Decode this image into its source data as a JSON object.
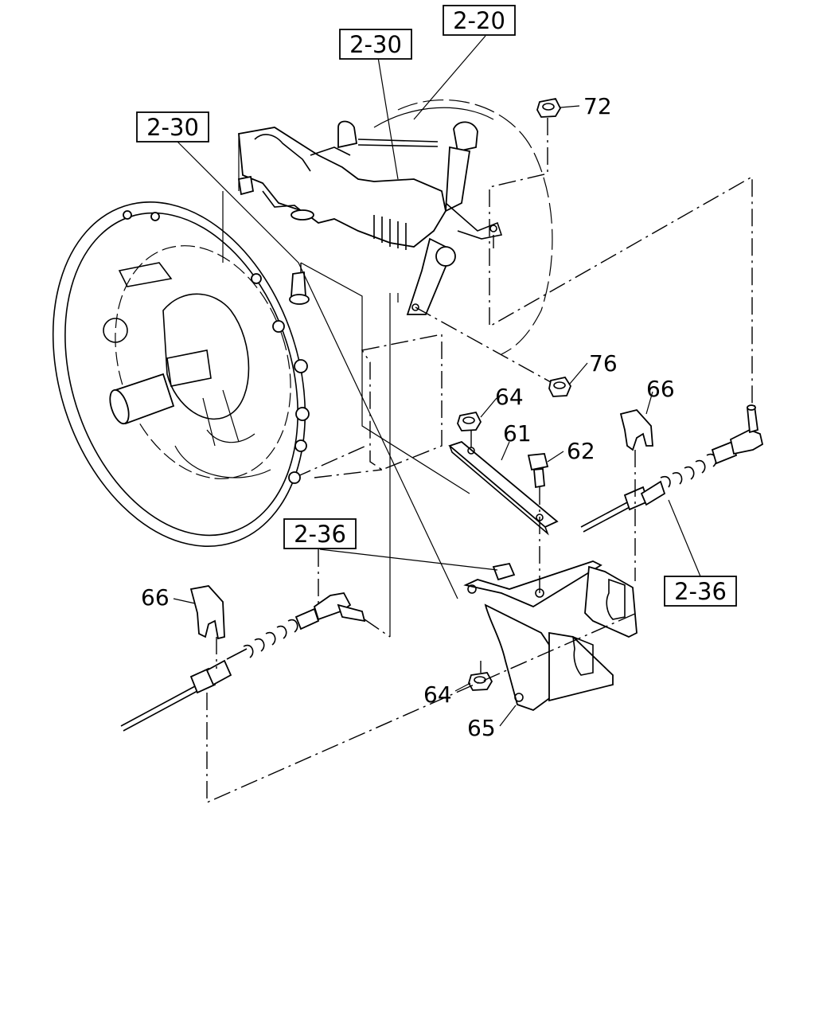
{
  "references": [
    {
      "id": "ref-2-20",
      "text": "2-20"
    },
    {
      "id": "ref-2-30-top",
      "text": "2-30"
    },
    {
      "id": "ref-2-30-left",
      "text": "2-30"
    },
    {
      "id": "ref-2-36-left",
      "text": "2-36"
    },
    {
      "id": "ref-2-36-right",
      "text": "2-36"
    }
  ],
  "parts": [
    {
      "id": "part-72",
      "text": "72"
    },
    {
      "id": "part-76",
      "text": "76"
    },
    {
      "id": "part-64-upper",
      "text": "64"
    },
    {
      "id": "part-66-right",
      "text": "66"
    },
    {
      "id": "part-61",
      "text": "61"
    },
    {
      "id": "part-62",
      "text": "62"
    },
    {
      "id": "part-66-left",
      "text": "66"
    },
    {
      "id": "part-64-lower",
      "text": "64"
    },
    {
      "id": "part-65",
      "text": "65"
    }
  ]
}
